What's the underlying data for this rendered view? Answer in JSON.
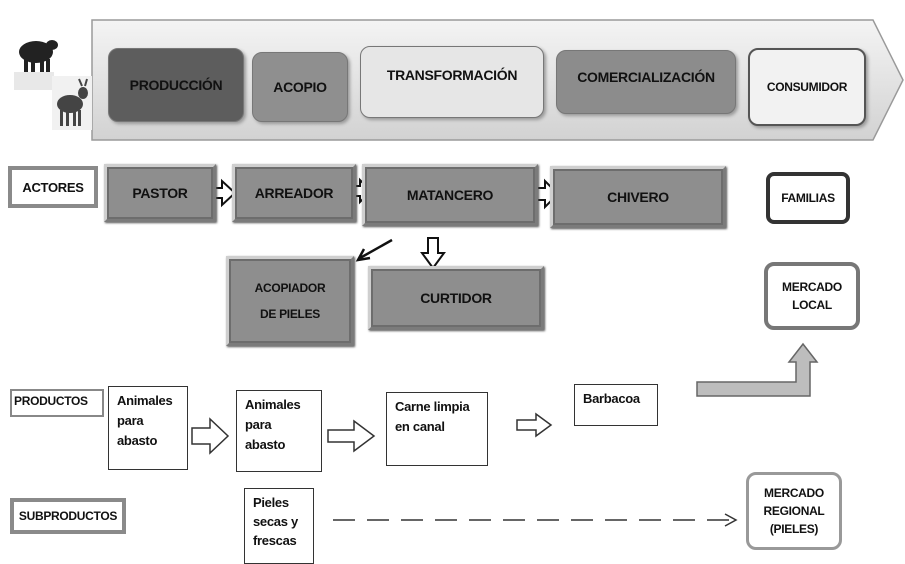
{
  "stages": {
    "produccion": "PRODUCCIÓN",
    "acopio": "ACOPIO",
    "transformacion": "TRANSFORMACIÓN",
    "comercializacion": "COMERCIALIZACIÓN",
    "consumidor": "CONSUMIDOR"
  },
  "rows": {
    "actores": "ACTORES",
    "productos": "PRODUCTOS",
    "subproductos": "SUBPRODUCTOS"
  },
  "actors": {
    "pastor": "PASTOR",
    "arreador": "ARREADOR",
    "matancero": "MATANCERO",
    "chivero": "CHIVERO",
    "acopiador_line1": "ACOPIADOR",
    "acopiador_line2": "DE PIELES",
    "curtidor": "CURTIDOR"
  },
  "consumers": {
    "familias": "FAMILIAS",
    "mercado_local_line1": "MERCADO",
    "mercado_local_line2": "LOCAL",
    "mercado_regional_line1": "MERCADO",
    "mercado_regional_line2": "REGIONAL",
    "mercado_regional_line3": "(PIELES)"
  },
  "products": {
    "p1": [
      "Animales",
      "para",
      "abasto"
    ],
    "p2": [
      "Animales",
      "para",
      "abasto"
    ],
    "p3": [
      "Carne limpia",
      "en canal"
    ],
    "p4": "Barbacoa",
    "subproducto": [
      "Pieles",
      "secas y",
      "frescas"
    ]
  },
  "icons": [
    "sheep-icon",
    "goat-icon"
  ],
  "colors": {
    "produccion": "#5d5d5d",
    "acopio": "#8f8f8f",
    "transformacion": "#e6e6e6",
    "comercializacion": "#8c8c8c",
    "consumidor": "#f2f2f2",
    "actor": "#8e8e8e",
    "banner": "#e3e3e3"
  }
}
